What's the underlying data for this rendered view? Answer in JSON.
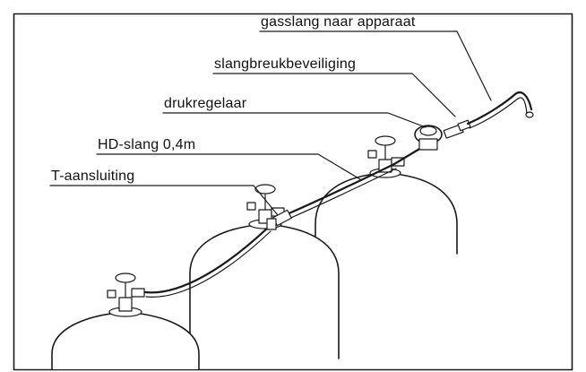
{
  "labels": {
    "hose_to_device": "gasslang naar apparaat",
    "hose_break_safety": "slangbreukbeveiliging",
    "pressure_regulator": "drukregelaar",
    "hp_hose": "HD-slang 0,4m",
    "t_connector": "T-aansluiting"
  }
}
